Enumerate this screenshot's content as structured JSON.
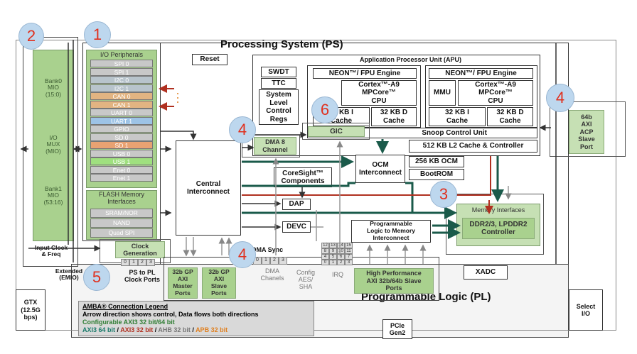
{
  "titles": {
    "ps": "Processing System (PS)",
    "pl": "Programmable Logic (PL)"
  },
  "bubbles": [
    "1",
    "2",
    "3",
    "4",
    "4",
    "4",
    "5",
    "6"
  ],
  "io_peripherals": {
    "title": "I/O Peripherals",
    "items": [
      "SPI 0",
      "SPI 1",
      "I2C 0",
      "I2C 1",
      "CAN 0",
      "CAN 1",
      "UART 0",
      "UART 1",
      "GPIO",
      "SD 0",
      "SD 1",
      "USB 0",
      "USB 1",
      "Enet 0",
      "Enet 1"
    ],
    "colors": [
      "#c8c8c8",
      "#c8c8c8",
      "#b8c4cc",
      "#b8c4cc",
      "#e2b482",
      "#e2b482",
      "#c8c8c8",
      "#9dc3e6",
      "#c8c8c8",
      "#c8c8c8",
      "#e9a272",
      "#c8c8c8",
      "#9fe07f",
      "#c8c8c8",
      "#c8c8c8"
    ]
  },
  "flash": {
    "title": "FLASH Memory\nInterfaces",
    "items": [
      "SRAM/NOR",
      "NAND",
      "Quad SPI"
    ]
  },
  "mio": {
    "bank0": "Bank0\nMIO\n(15:0)",
    "mux": "I/O\nMUX\n(MIO)",
    "bank1": "Bank1\nMIO\n(53:16)"
  },
  "reset": "Reset",
  "apu": {
    "title": "Application Processor Unit (APU)",
    "neon": "NEON™/ FPU Engine",
    "mmu": "MMU",
    "cpu": "Cortex™-A9\nMPCore™\nCPU",
    "icache": "32 KB I\nCache",
    "dcache": "32 KB D\nCache",
    "scu": "Snoop Control Unit",
    "l2": "512 KB L2 Cache & Controller"
  },
  "swdt": "SWDT",
  "ttc": "TTC",
  "slcr": "System\nLevel\nControl\nRegs",
  "gic": "GIC",
  "dma8": "DMA 8\nChannel",
  "central": "Central\nInterconnect",
  "coresight": "CoreSight™\nComponents",
  "dap": "DAP",
  "devc": "DEVC",
  "ocm": "OCM\nInterconnect",
  "ocm256": "256 KB OCM",
  "bootrom": "BootROM",
  "mem": {
    "title": "Memory Interfaces",
    "ddr": "DDR2/3, LPDDR2\nController"
  },
  "plmi": "Programmable\nLogic to Memory\nInterconnect",
  "acp": "64b\nAXI\nACP\nSlave\nPort",
  "clock": {
    "input": "Input Clock\n& Freq",
    "gen": "Clock\nGeneration",
    "ports": [
      "0",
      "1",
      "2",
      "3"
    ],
    "ps_pl": "PS to PL\nClock Ports"
  },
  "extended": "Extended\n(EMIO)",
  "pl_row": {
    "gp_master": "32b GP\nAXI\nMaster\nPorts",
    "gp_slave": "32b GP\nAXI\nSlave\nPorts",
    "dma_ch": "DMA\nChanels",
    "config": "Config\nAES/\nSHA",
    "irq": "IRQ",
    "hp": "High Performance\nAXI 32b/64b Slave\nPorts",
    "dma_sync": "DMA  Sync",
    "dma_nums": [
      "0",
      "1",
      "2",
      "3"
    ],
    "irq_top": [
      "12",
      "13",
      "14",
      "15",
      "8",
      "9",
      "10",
      "11",
      "4",
      "5",
      "6",
      "7",
      "0",
      "1",
      "2",
      "3"
    ]
  },
  "xadc": "XADC",
  "gtx": "GTX\n(12.5G\nbps)",
  "pcie": "PCIe\nGen2",
  "select_io": "Select\nI/O",
  "legend": {
    "title": "AMBA® Connection Legend",
    "line1": "Arrow direction shows control, Data flows both directions",
    "line2": "Configurable AXI3 32 bit/64 bit",
    "axi64": "AXI3 64 bit",
    "axi32": "AXI3 32 bit",
    "ahb": "AHB 32 bit",
    "apb": "APB 32 bit",
    "sep": " / ",
    "colors": {
      "axi64": "#1a7a6a",
      "axi32": "#b03020",
      "ahb": "#777777",
      "apb": "#e08020",
      "cfg": "#2e7d32"
    }
  }
}
